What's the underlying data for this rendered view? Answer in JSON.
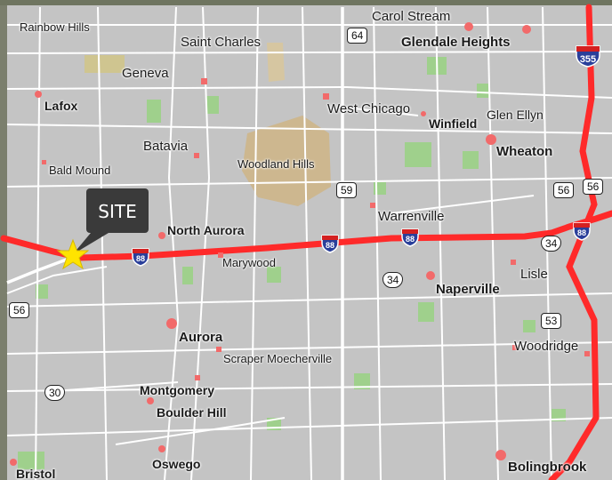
{
  "map": {
    "colors": {
      "land": "#c4c4c4",
      "road": "#ffffff",
      "highway": "#ff2a2a",
      "park": "#9fd08c",
      "reserve": "#cbb48c",
      "city": "#f26a6a",
      "callout": "#3a3a3a",
      "marker": "#ffe400"
    },
    "marker": {
      "label": "SITE",
      "icon": "star-icon"
    },
    "places": [
      {
        "id": "carol-stream",
        "name": "Carol Stream",
        "bold": true
      },
      {
        "id": "rainbow-hills",
        "name": "Rainbow Hills",
        "bold": false
      },
      {
        "id": "saint-charles",
        "name": "Saint Charles",
        "bold": false
      },
      {
        "id": "glendale-heights",
        "name": "Glendale Heights",
        "bold": true
      },
      {
        "id": "geneva",
        "name": "Geneva",
        "bold": false
      },
      {
        "id": "lafox",
        "name": "Lafox",
        "bold": true
      },
      {
        "id": "west-chicago",
        "name": "West Chicago",
        "bold": false
      },
      {
        "id": "glen-ellyn",
        "name": "Glen Ellyn",
        "bold": false
      },
      {
        "id": "winfield",
        "name": "Winfield",
        "bold": true
      },
      {
        "id": "batavia",
        "name": "Batavia",
        "bold": false
      },
      {
        "id": "wheaton",
        "name": "Wheaton",
        "bold": true
      },
      {
        "id": "bald-mound",
        "name": "Bald Mound",
        "bold": false
      },
      {
        "id": "woodland-hills",
        "name": "Woodland Hills",
        "bold": false
      },
      {
        "id": "north-aurora",
        "name": "North Aurora",
        "bold": true
      },
      {
        "id": "warrenville",
        "name": "Warrenville",
        "bold": false
      },
      {
        "id": "marywood",
        "name": "Marywood",
        "bold": false
      },
      {
        "id": "lisle",
        "name": "Lisle",
        "bold": false
      },
      {
        "id": "naperville",
        "name": "Naperville",
        "bold": true
      },
      {
        "id": "aurora",
        "name": "Aurora",
        "bold": true
      },
      {
        "id": "woodridge",
        "name": "Woodridge",
        "bold": false
      },
      {
        "id": "scraper-moecherville",
        "name": "Scraper Moecherville",
        "bold": false
      },
      {
        "id": "montgomery",
        "name": "Montgomery",
        "bold": true
      },
      {
        "id": "boulder-hill",
        "name": "Boulder Hill",
        "bold": true
      },
      {
        "id": "oswego",
        "name": "Oswego",
        "bold": true
      },
      {
        "id": "bristol",
        "name": "Bristol",
        "bold": true
      },
      {
        "id": "bolingbrook",
        "name": "Bolingbrook",
        "bold": true
      }
    ],
    "route_shields": [
      {
        "id": "r64",
        "label": "64",
        "kind": "state"
      },
      {
        "id": "r59",
        "label": "59",
        "kind": "state"
      },
      {
        "id": "r56a",
        "label": "56",
        "kind": "state"
      },
      {
        "id": "r56b",
        "label": "56",
        "kind": "state"
      },
      {
        "id": "r56c",
        "label": "56",
        "kind": "state"
      },
      {
        "id": "r34a",
        "label": "34",
        "kind": "us"
      },
      {
        "id": "r34b",
        "label": "34",
        "kind": "us"
      },
      {
        "id": "r53",
        "label": "53",
        "kind": "state"
      },
      {
        "id": "r30",
        "label": "30",
        "kind": "us"
      }
    ],
    "interstates": [
      {
        "id": "i355",
        "label": "355"
      },
      {
        "id": "i88a",
        "label": "88"
      },
      {
        "id": "i88b",
        "label": "88"
      },
      {
        "id": "i88c",
        "label": "88"
      },
      {
        "id": "i88d",
        "label": "88"
      }
    ]
  }
}
